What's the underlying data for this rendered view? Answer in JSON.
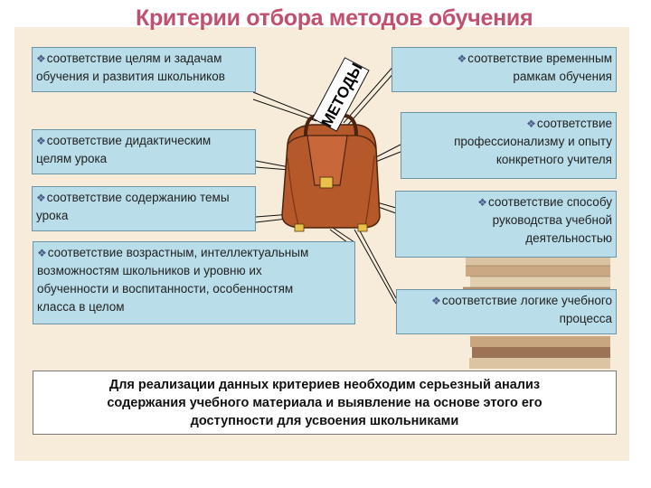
{
  "title": "Критерии отбора методов обучения",
  "center_label": "МЕТОДЫ",
  "bullet_icon": "diamond-bullet-icon",
  "left_criteria": [
    [
      "соответствие целям и задачам",
      "обучения и развития школьников"
    ],
    [
      "соответствие дидактическим",
      "целям урока"
    ],
    [
      "соответствие содержанию темы",
      "урока"
    ],
    [
      "соответствие возрастным, интеллектуальным",
      "возможностям школьников и уровню их",
      "обученности и воспитанности, особенностям",
      "класса в целом"
    ]
  ],
  "right_criteria": [
    [
      "соответствие временным",
      "рамкам обучения"
    ],
    [
      "соответствие",
      "профессионализму и опыту",
      "конкретного учителя"
    ],
    [
      "соответствие способу",
      "руководства учебной",
      "деятельностью"
    ],
    [
      "соответствие логике учебного",
      "процесса"
    ]
  ],
  "conclusion": [
    "Для реализации данных критериев необходим серьезный анализ",
    "содержания учебного материала и выявление на основе этого его",
    "доступности для усвоения школьниками"
  ],
  "colors": {
    "title": "#c0506e",
    "box_fill": "#b9dde9",
    "box_border": "#6a95a6",
    "bag": "#b5582a",
    "background": "#f7ecd9"
  }
}
